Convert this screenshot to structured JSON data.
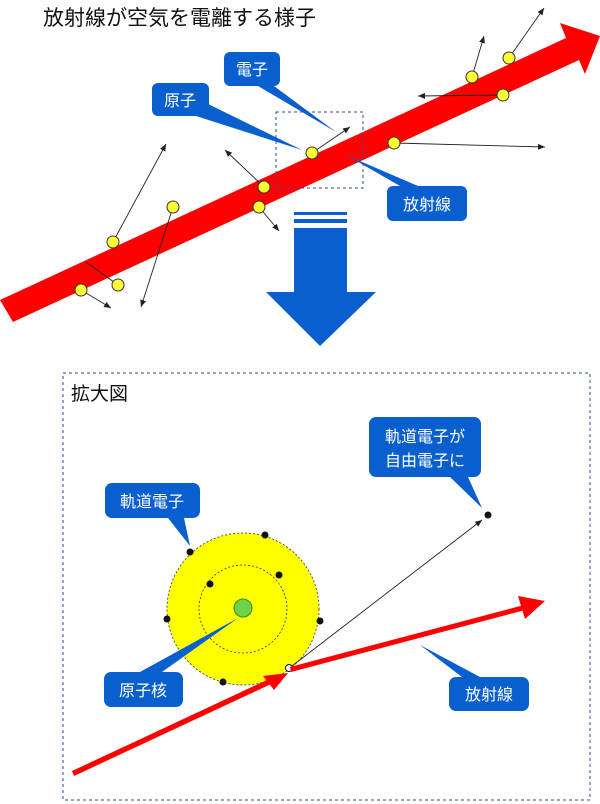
{
  "diagram": {
    "title": "放射線が空気を電離する様子",
    "callouts": {
      "electron": "電子",
      "atom": "原子",
      "radiation_top": "放射線",
      "orbital_electron": "軌道電子",
      "orbital_free_line1": "軌道電子が",
      "orbital_free_line2": "自由電子に",
      "nucleus": "原子核",
      "radiation_bottom": "放射線"
    },
    "zoom_panel_title": "拡大図"
  },
  "colors": {
    "radiation_band": "#ff0000",
    "callout_fill": "#0a5fcf",
    "big_arrow": "#0a5fcf",
    "atom_dot": "#ffff33",
    "atom_disc": "#ffff00",
    "nucleus": "#6ed34a",
    "dashed_box": "#2a4f8f"
  },
  "icons": {
    "down_arrow": "down-arrow-icon"
  }
}
